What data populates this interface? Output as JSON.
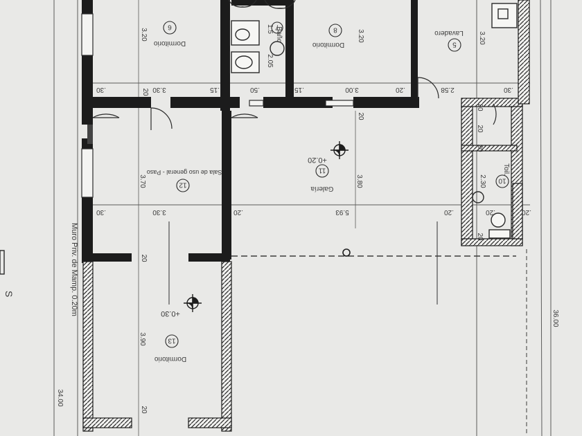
{
  "rooms": [
    {
      "id": "6",
      "name": "Dormitorio"
    },
    {
      "id": "8",
      "name": "Dormitorio"
    },
    {
      "id": "5",
      "name": "Lavadero"
    },
    {
      "id": "7",
      "name": "Baño"
    },
    {
      "id": "11",
      "name": "Galería"
    },
    {
      "id": "12",
      "name": "Sala de uso general - Paso"
    },
    {
      "id": "13",
      "name": "Dormitorio"
    },
    {
      "id": "10",
      "name": "Toil."
    }
  ],
  "levels": {
    "galeria": "+0.20",
    "dormitorio": "+0.30"
  },
  "dimensions": {
    "d_3_20_a": "3.20",
    "d_3_20_b": "3.20",
    "d_3_20_c": "3.20",
    "d_1_5": "1.5",
    "d_2_05": "2.05",
    "d_30_a": ".30",
    "d_20_a": "20",
    "d_3_30_a": "3.30",
    "d_15_a": ".15",
    "d_50": ".50",
    "d_15_b": ".15",
    "d_3_00": "3.00",
    "d_20_b": ".20",
    "d_2_58": "2.58",
    "d_30_b": ".30",
    "d_20_v1": "20",
    "d_20_v2": "20",
    "d_20_v3": "20",
    "d_20_v4": "20",
    "d_3_70": "3.70",
    "d_3_80": "3.80",
    "d_2_30": "2.30",
    "d_30_c": ".30",
    "d_3_30_b": "3.30",
    "d_20_c": ".20",
    "d_5_93": "5.93",
    "d_20_d": ".20",
    "d_20_e": ".20",
    "d_20_f": ".20",
    "d_20_g": "20",
    "d_3_90": "3.90",
    "d_20_h": "20",
    "d_20_i": "20",
    "d_34_00": "34.00",
    "d_36_00": "36.00"
  },
  "notes": {
    "wall": "Muro Priv. de Mamp. 0.20m",
    "edge_s": "S"
  }
}
